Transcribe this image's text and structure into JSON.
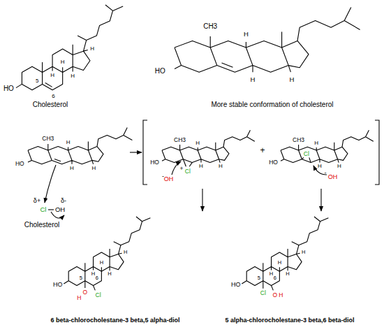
{
  "diagram": {
    "labels": [
      "HO",
      "5",
      "6",
      "H",
      "H",
      "H",
      "H",
      "Cholesterol",
      "HO",
      "CH3",
      "H",
      "H",
      "H",
      "More stable conformation of cholesterol",
      "HO",
      "CH3",
      "H",
      "H",
      "H",
      "δ+",
      "δ-",
      "Cl",
      "OH",
      "Cholesterol",
      "HO",
      "CH3",
      "H",
      "H",
      "H",
      "Cl",
      "+",
      "-",
      "OH",
      "+",
      "HO",
      "CH3",
      "H",
      "H",
      "H",
      "Cl",
      "-",
      "OH",
      "HO",
      "5",
      "6",
      "H",
      "H",
      "H",
      "H",
      "O",
      "H",
      "Cl",
      "6 beta-chlorocholestane-3 beta,5 alpha-diol",
      "HO",
      "5",
      "6",
      "H",
      "H",
      "H",
      "H",
      "Cl",
      "O",
      "H",
      "5 alpha-chlorocholestane-3 beta,6 beta-diol"
    ]
  }
}
